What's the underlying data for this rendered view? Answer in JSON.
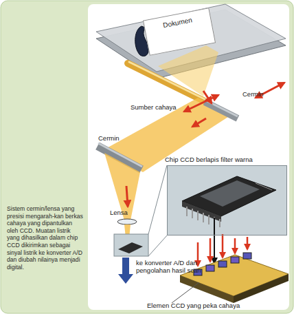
{
  "diagram": {
    "caption": "Sistem cermin/lensa yang presisi mengarah-kan berkas cahaya yang dipantulkan oleh CCD. Muatan listrik yang dihasilkan dalam chip CCD dikirimkan sebagai sinyal listrik ke konverter A/D dan diubah nilainya menjadi digital.",
    "nodes": [
      {
        "text": [
          "Dokumen"
        ]
      },
      {
        "text": [
          "Chip CCD berlapis filter warna"
        ]
      }
    ],
    "labels": [
      "Cermin",
      "Sumber cahaya",
      "Cermin",
      "Lensa",
      "ke konverter A/D dan pengolahan hasil scan",
      "Elemen CCD yang peka cahaya"
    ]
  }
}
